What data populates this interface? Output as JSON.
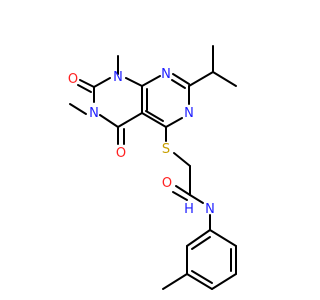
{
  "molecule": {
    "atoms": {
      "n1": {
        "text": "N",
        "color": "#2020ff"
      },
      "n3": {
        "text": "N",
        "color": "#2020ff"
      },
      "n8": {
        "text": "N",
        "color": "#2020ff"
      },
      "n_ring_mid": {
        "text": "N",
        "color": "#2020ff"
      },
      "o2": {
        "text": "O",
        "color": "#ff2020"
      },
      "o4": {
        "text": "O",
        "color": "#ff2020"
      },
      "s": {
        "text": "S",
        "color": "#c8a000"
      },
      "o_amide": {
        "text": "O",
        "color": "#ff2020"
      },
      "nh": {
        "text": "N",
        "color": "#2020ff"
      },
      "h": {
        "text": "H",
        "color": "#2020ff"
      }
    },
    "bond_color": "#000000"
  }
}
